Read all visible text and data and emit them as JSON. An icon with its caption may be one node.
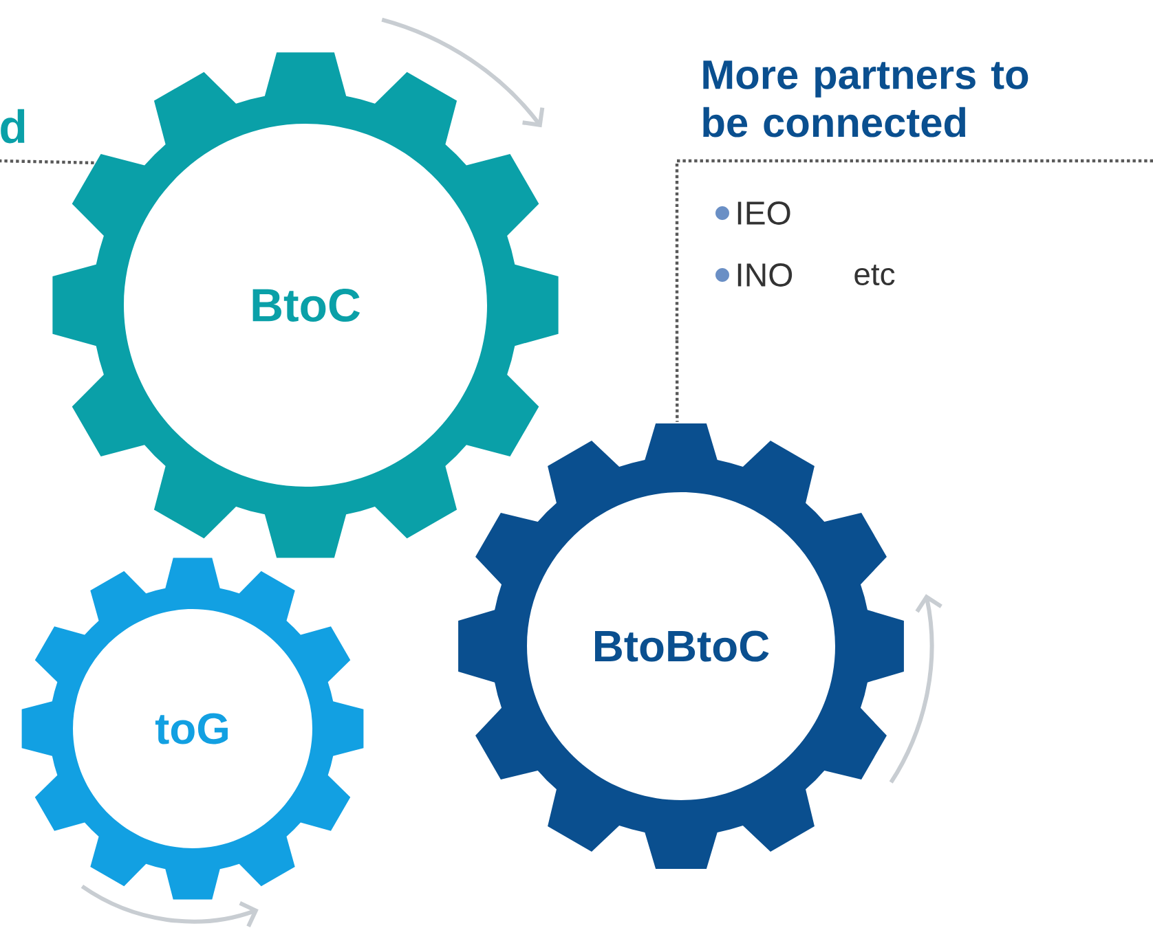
{
  "diagram": {
    "nodes": [
      {
        "text": [
          "d"
        ]
      },
      {
        "text": [
          "BtoC"
        ]
      },
      {
        "text": [
          "More partners to be connected",
          "IEO",
          "INO",
          "etc"
        ]
      },
      {
        "text": [
          "BtoBtoC"
        ]
      },
      {
        "text": [
          "toG"
        ]
      }
    ],
    "edges": [
      {
        "from": 0,
        "to": 1,
        "arrow": "none",
        "style": "dashed"
      },
      {
        "from": 2,
        "to": 3,
        "arrow": "none",
        "style": "dashed"
      }
    ]
  }
}
